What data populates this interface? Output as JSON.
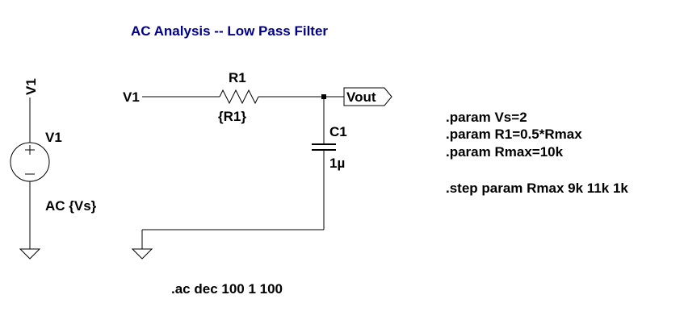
{
  "title": "AC Analysis -- Low Pass Filter",
  "source": {
    "net_label": "V1",
    "name": "V1",
    "value": "AC {Vs}"
  },
  "resistor": {
    "input_net": "V1",
    "name": "R1",
    "value": "{R1}"
  },
  "capacitor": {
    "name": "C1",
    "value": "1µ"
  },
  "output_port": "Vout",
  "directives": {
    "params": [
      ".param Vs=2",
      ".param R1=0.5*Rmax",
      ".param Rmax=10k"
    ],
    "step": ".step param Rmax 9k 11k 1k",
    "analysis": ".ac dec 100 1 100"
  }
}
